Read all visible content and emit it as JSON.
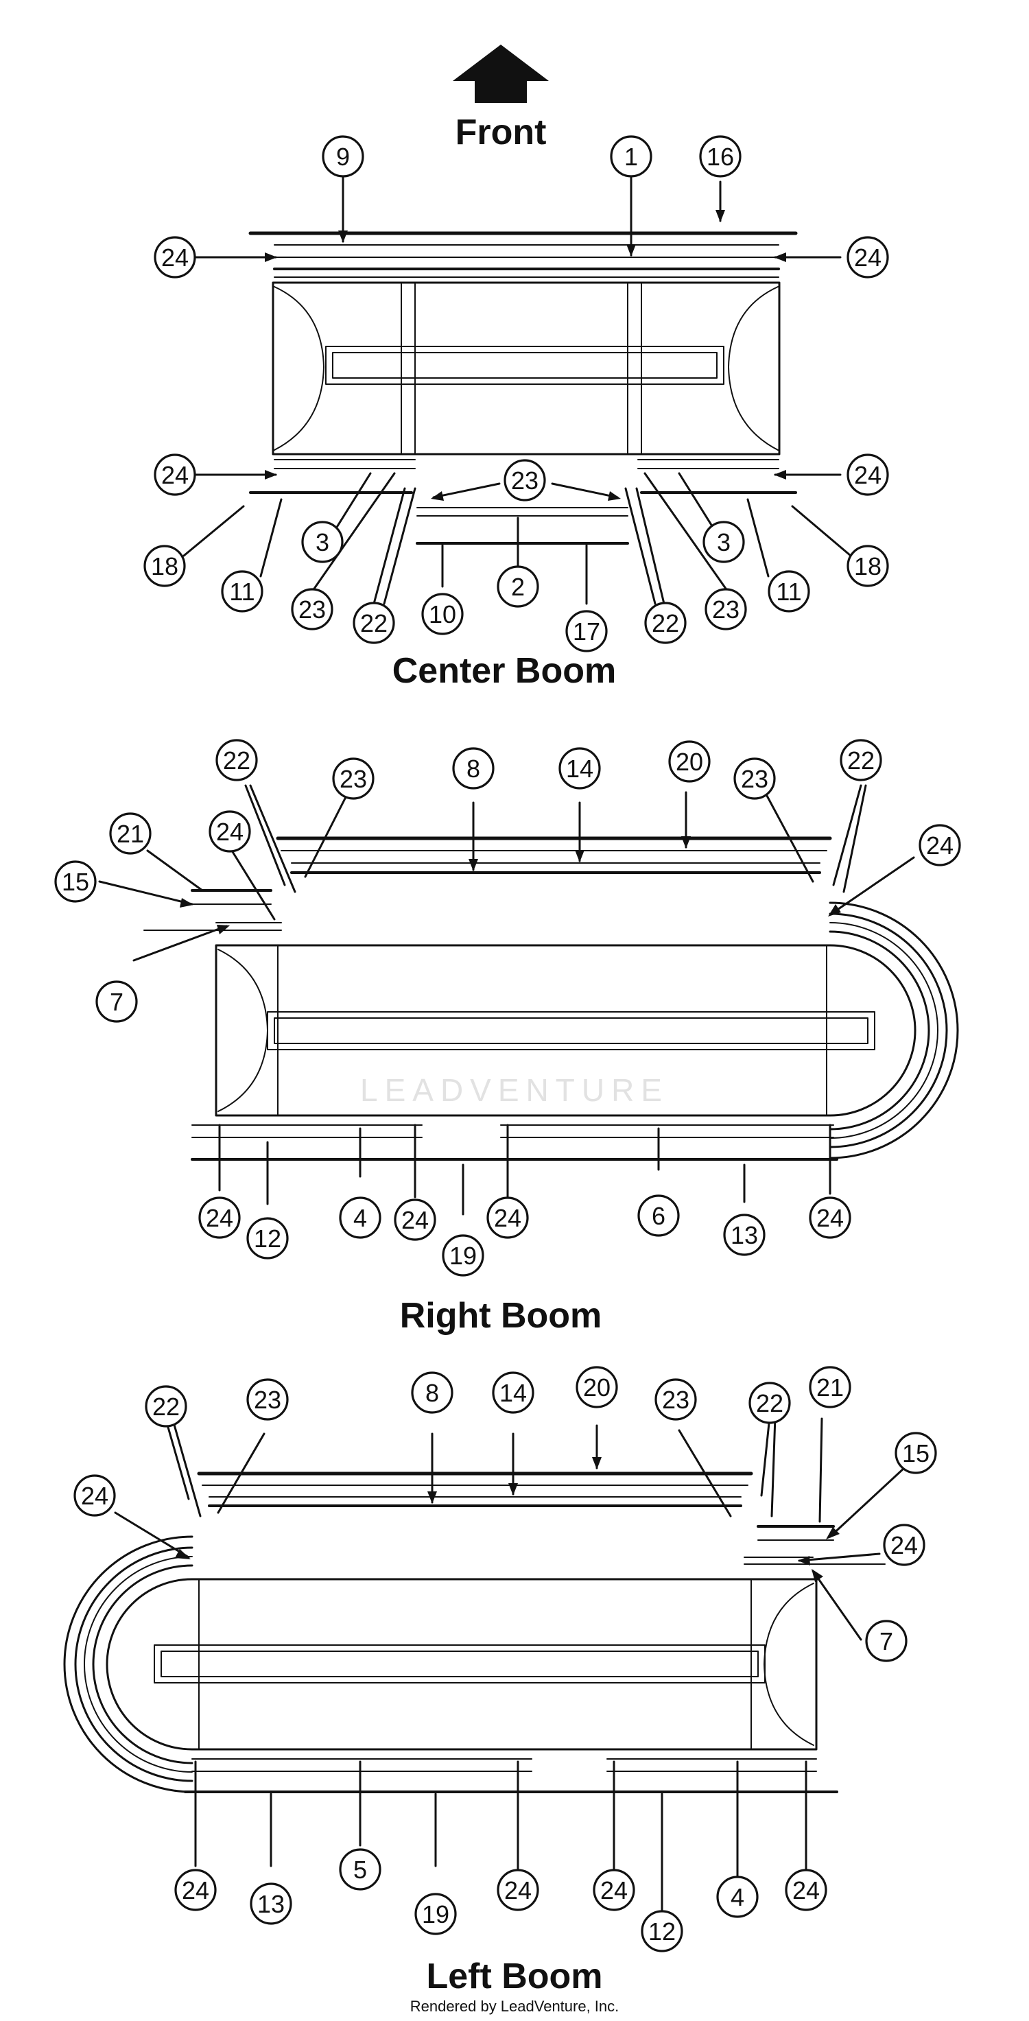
{
  "titles": {
    "front": "Front",
    "center": "Center Boom",
    "right": "Right Boom",
    "left": "Left Boom"
  },
  "footer": "Rendered by LeadVenture, Inc.",
  "watermark": "LEADVENTURE",
  "callouts": {
    "center": [
      "9",
      "1",
      "16",
      "24",
      "24",
      "24",
      "24",
      "23",
      "3",
      "3",
      "18",
      "11",
      "23",
      "22",
      "10",
      "2",
      "17",
      "22",
      "23",
      "11",
      "18"
    ],
    "right": [
      "22",
      "23",
      "8",
      "14",
      "20",
      "23",
      "22",
      "21",
      "24",
      "24",
      "15",
      "7",
      "24",
      "12",
      "4",
      "24",
      "19",
      "24",
      "6",
      "13",
      "24"
    ],
    "left": [
      "22",
      "23",
      "8",
      "14",
      "20",
      "23",
      "22",
      "21",
      "15",
      "24",
      "24",
      "7",
      "24",
      "13",
      "5",
      "19",
      "24",
      "24",
      "12",
      "4",
      "24"
    ]
  }
}
